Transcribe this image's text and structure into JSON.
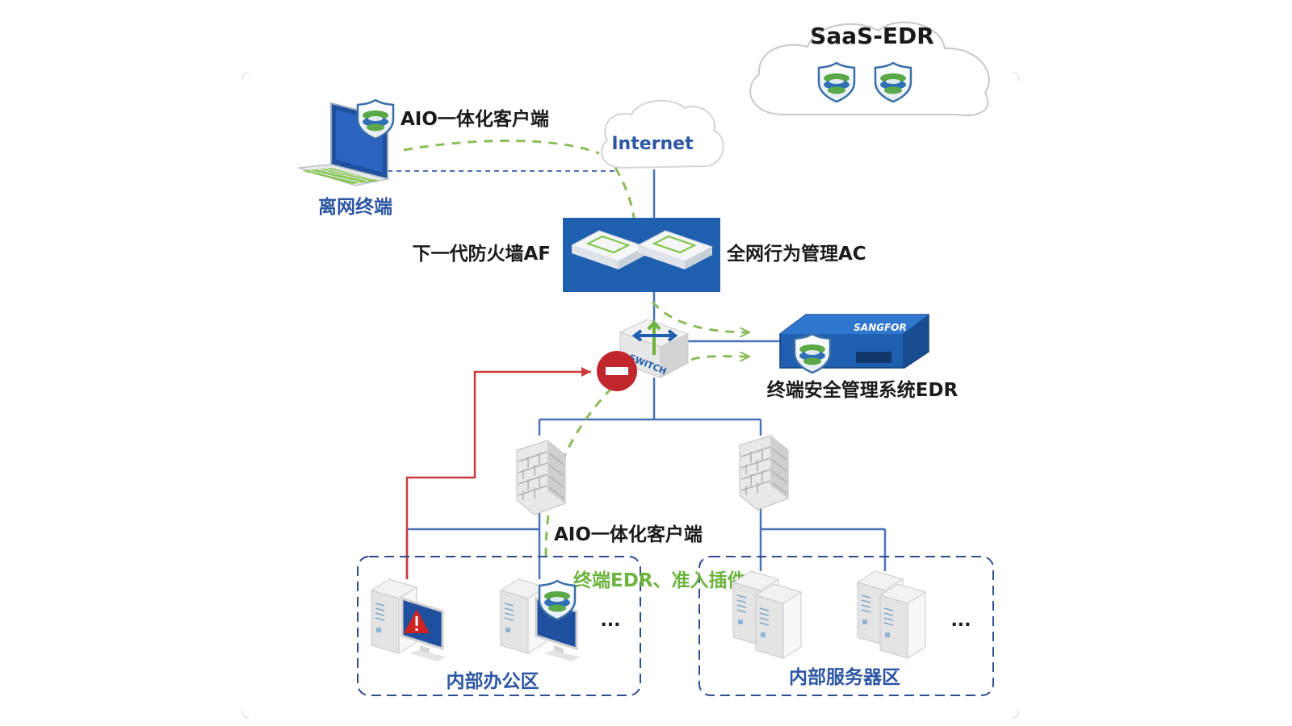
{
  "cloud_saas": {
    "title": "SaaS-EDR"
  },
  "cloud_internet": {
    "label": "Internet"
  },
  "offline_terminal": {
    "client_label": "AIO一体化客户端",
    "label": "离网终端"
  },
  "gateway": {
    "af_label": "下一代防火墙AF",
    "ac_label": "全网行为管理AC"
  },
  "edr_server": {
    "brand": "SANGFOR",
    "label": "终端安全管理系统EDR"
  },
  "switch": {
    "text": "SWITCH"
  },
  "internal": {
    "client_label": "AIO一体化客户端",
    "plugin_label": "终端EDR、准入插件",
    "office_zone": {
      "label": "内部办公区",
      "ellipsis": "..."
    },
    "server_zone": {
      "label": "内部服务器区",
      "ellipsis": "..."
    }
  },
  "colors": {
    "blue_link": "#4a72b8",
    "green_dash": "#8dba5a",
    "red_link": "#cc3b3b",
    "zone_border": "#2f4c8f",
    "label_blue": "#2d56a3",
    "label_green": "#6db33f",
    "gateway_fill": "#1f5fb0"
  }
}
